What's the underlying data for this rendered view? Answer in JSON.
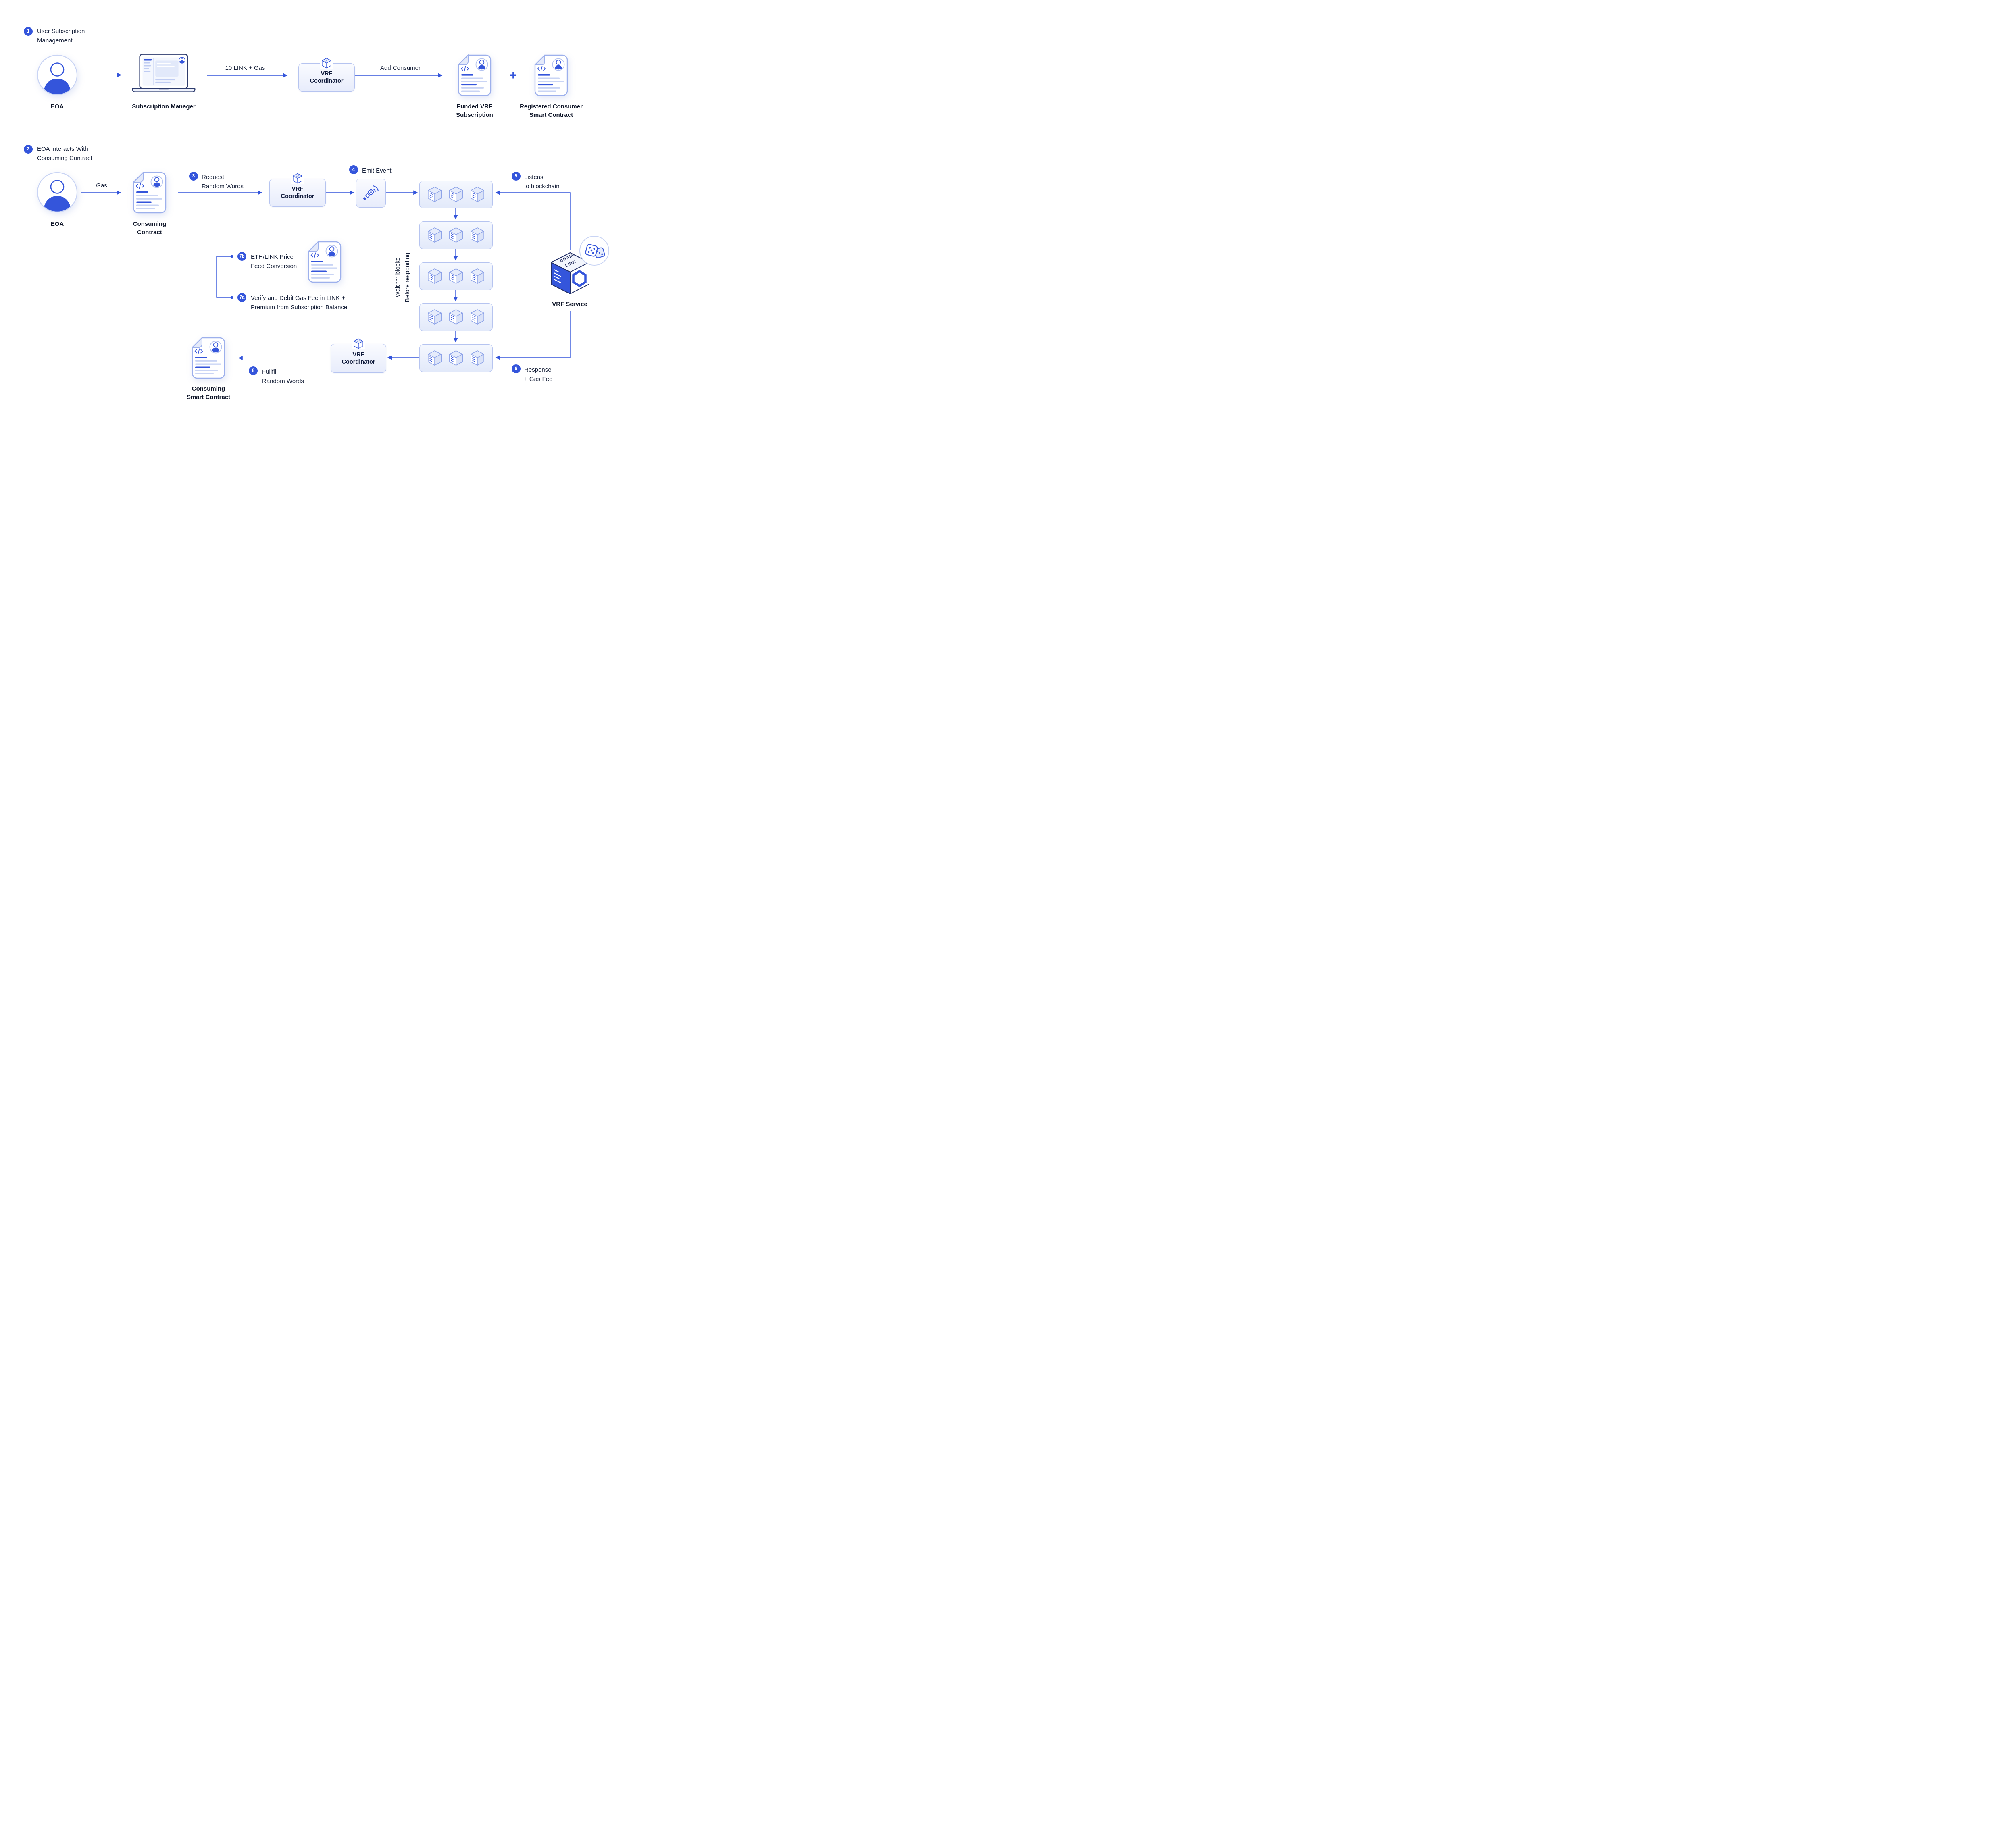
{
  "colors": {
    "accent": "#3455DB",
    "ink": "#101B38"
  },
  "glyphs": {
    "plus": "+"
  },
  "s1": {
    "badge": "1",
    "title": "User Subscription\nManagement",
    "eoa": "EOA",
    "subscription_manager": "Subscription Manager",
    "link_gas": "10 LINK + Gas",
    "vrf_coordinator": "VRF\nCoordinator",
    "add_consumer": "Add Consumer",
    "funded_subscription": "Funded VRF\nSubscription",
    "registered_consumer": "Registered Consumer\nSmart Contract"
  },
  "s2": {
    "badge": "2",
    "title": "EOA Interacts With\nConsuming Contract",
    "eoa": "EOA",
    "gas": "Gas",
    "consuming_contract": "Consuming\nContract",
    "step3_badge": "3",
    "step3": "Request\nRandom Words",
    "vrf_coordinator": "VRF\nCoordinator",
    "step4_badge": "4",
    "step4": "Emit Event",
    "step5_badge": "5",
    "step5": "Listens\nto blockchain",
    "wait_blocks": "Wait “n” blocks\nBefore responding",
    "step7b_badge": "7b",
    "step7b": "ETH/LINK Price\nFeed Conversion",
    "step7a_badge": "7a",
    "step7a": "Verify and Debit Gas Fee in LINK +\nPremium from Subscription Balance",
    "step8_badge": "8",
    "step8": "Fullfill\nRandom Words",
    "consuming_smart_contract": "Consuming\nSmart Contract",
    "vrf_coordinator_bottom": "VRF\nCoordinator",
    "step6_badge": "6",
    "step6": "Response\n+ Gas Fee",
    "vrf_service": "VRF Service",
    "cube_word1": "CHAIN",
    "cube_word2": "LINK"
  }
}
